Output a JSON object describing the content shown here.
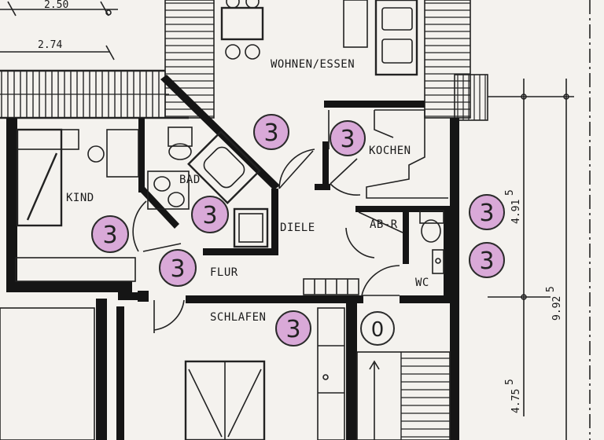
{
  "plan": {
    "rooms": {
      "wohnen": "WOHNEN/ESSEN",
      "kochen": "KOCHEN",
      "bad": "BAD",
      "kind": "KIND",
      "diele": "DIELE",
      "abr": "AB-R",
      "flur": "FLUR",
      "wc": "WC",
      "schlafen": "SCHLAFEN"
    },
    "dimensions": {
      "top_partial": "2.50",
      "top_width": "2.74",
      "right_upper": "4.91",
      "right_upper_sup": "5",
      "right_total": "9.92",
      "right_total_sup": "5",
      "right_lower": "4.75",
      "right_lower_sup": "5"
    },
    "badges": {
      "three": "3",
      "zero": "0"
    },
    "colors": {
      "badge_fill": "#d9a9d8",
      "badge_stroke": "#2b2b2b",
      "ink": "#151515",
      "paper": "#f4f2ee"
    }
  }
}
